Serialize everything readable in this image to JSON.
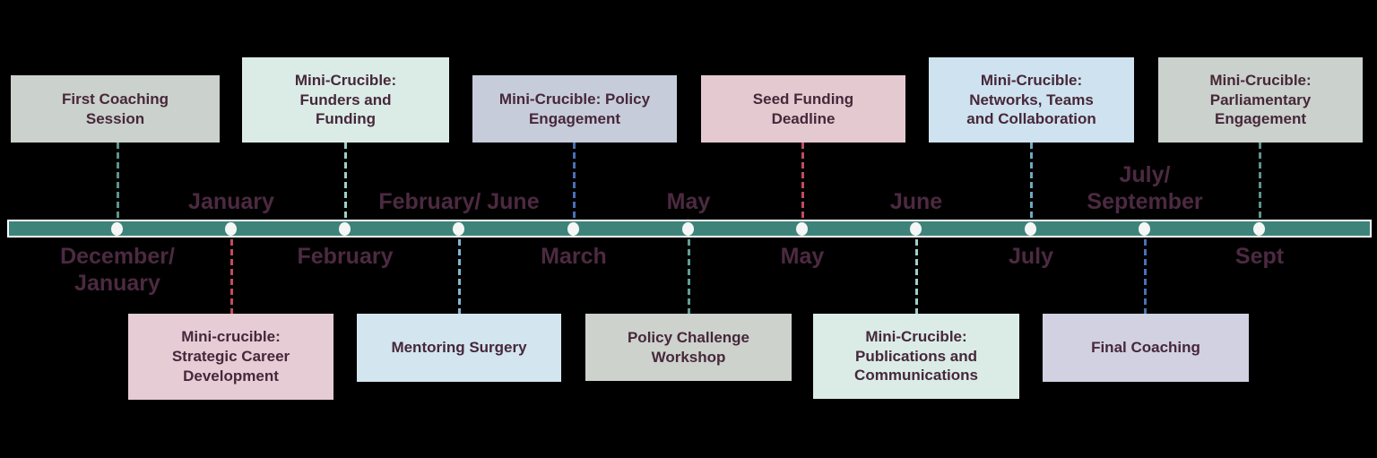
{
  "canvas": {
    "background": "#000000",
    "bar_color": "#3E837A",
    "bar_border_color": "#FFFFFF",
    "dot_color": "#F5F7F6",
    "title_text_color": "#46283A",
    "month_text_color": "#4C2A41"
  },
  "events": [
    {
      "id": "first-coaching-session",
      "side": "top",
      "title": "First Coaching\nSession",
      "month": "December/\nJanuary",
      "month_position": "below",
      "box_fill": "#CBD1CC",
      "connector_color": "#5D938C"
    },
    {
      "id": "strategic-career-development",
      "side": "bottom",
      "title": "Mini-crucible:\nStrategic Career\nDevelopment",
      "month": "January",
      "month_position": "above",
      "box_fill": "#E5CCD5",
      "connector_color": "#C14B60"
    },
    {
      "id": "funders-and-funding",
      "side": "top",
      "title": "Mini-Crucible:\nFunders and\nFunding",
      "month": "February",
      "month_position": "below",
      "box_fill": "#DBECE6",
      "connector_color": "#9ED0C8"
    },
    {
      "id": "mentoring-surgery",
      "side": "bottom",
      "title": "Mentoring Surgery",
      "month": "February/ June",
      "month_position": "above",
      "box_fill": "#D3E5EF",
      "connector_color": "#82B7CE"
    },
    {
      "id": "policy-engagement",
      "side": "top",
      "title": "Mini-Crucible: Policy\nEngagement",
      "month": "March",
      "month_position": "below",
      "box_fill": "#C7CCDB",
      "connector_color": "#4A6FB5"
    },
    {
      "id": "policy-challenge-workshop",
      "side": "bottom",
      "title": "Policy Challenge\nWorkshop",
      "month": "May",
      "month_position": "above",
      "box_fill": "#CDD2CD",
      "connector_color": "#5F9E96"
    },
    {
      "id": "seed-funding-deadline",
      "side": "top",
      "title": "Seed Funding\nDeadline",
      "month": "May",
      "month_position": "below",
      "box_fill": "#E5C9D0",
      "connector_color": "#C14B60"
    },
    {
      "id": "publications-and-communications",
      "side": "bottom",
      "title": "Mini-Crucible:\nPublications and\nCommunications",
      "month": "June",
      "month_position": "above",
      "box_fill": "#DBECE7",
      "connector_color": "#9ED0C8"
    },
    {
      "id": "networks-teams-collaboration",
      "side": "top",
      "title": "Mini-Crucible:\nNetworks, Teams\nand Collaboration",
      "month": "July",
      "month_position": "below",
      "box_fill": "#CFE2EF",
      "connector_color": "#6FA9BD"
    },
    {
      "id": "final-coaching",
      "side": "bottom",
      "title": "Final Coaching",
      "month": "July/\nSeptember",
      "month_position": "above",
      "box_fill": "#D1D1E1",
      "connector_color": "#4A6FB5"
    },
    {
      "id": "parliamentary-engagement",
      "side": "top",
      "title": "Mini-Crucible:\nParliamentary\nEngagement",
      "month": "Sept",
      "month_position": "below",
      "box_fill": "#CBD1CC",
      "connector_color": "#5D938C"
    }
  ]
}
